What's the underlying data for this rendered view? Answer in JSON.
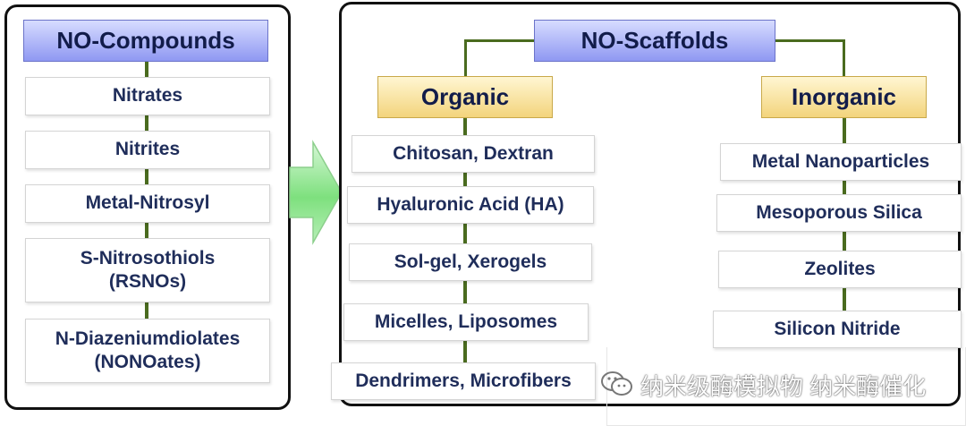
{
  "colors": {
    "connector": "#4a6b1f",
    "text": "#1f2d5a",
    "header_blue": "#8f98f2",
    "header_yellow": "#f3d47c",
    "arrow_green": "#7ee07e"
  },
  "compounds": {
    "title": "NO-Compounds",
    "items": [
      "Nitrates",
      "Nitrites",
      "Metal-Nitrosyl",
      "S-Nitrosothiols (RSNOs)",
      "N-Diazeniumdiolates (NONOates)"
    ]
  },
  "scaffolds": {
    "title": "NO-Scaffolds",
    "organic": {
      "title": "Organic",
      "items": [
        "Chitosan, Dextran",
        "Hyaluronic Acid (HA)",
        "Sol-gel, Xerogels",
        "Micelles, Liposomes",
        "Dendrimers, Microfibers"
      ]
    },
    "inorganic": {
      "title": "Inorganic",
      "items": [
        "Metal Nanoparticles",
        "Mesoporous Silica",
        "Zeolites",
        "Silicon Nitride"
      ]
    }
  },
  "watermark": {
    "text": "纳米级酶模拟物 纳米酶催化",
    "icon": "wechat-icon"
  }
}
